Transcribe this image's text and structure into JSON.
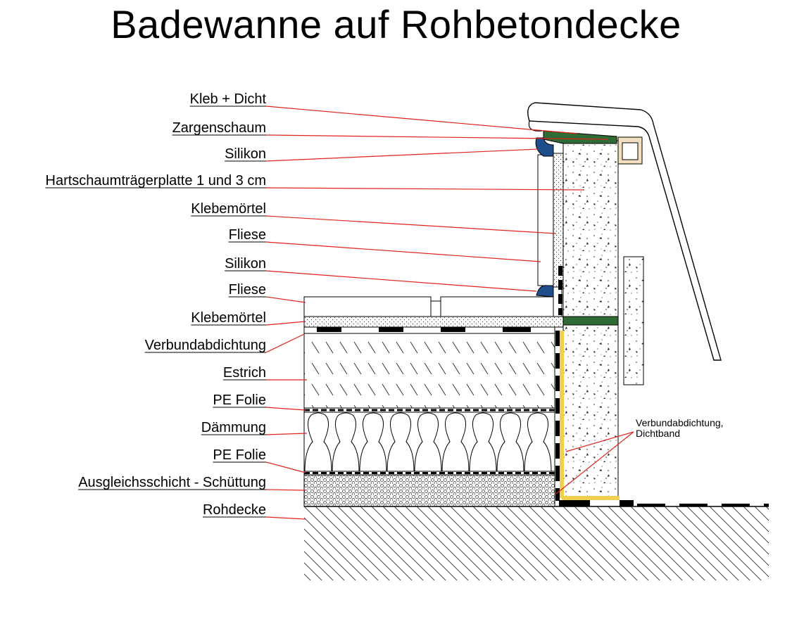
{
  "title": "Badewanne auf Rohbetondecke",
  "labels": [
    "Kleb + Dicht",
    "Zargenschaum",
    "Silikon",
    "Hartschaumträgerplatte 1 und 3 cm",
    "Klebemörtel",
    "Fliese",
    "Silikon",
    "Fliese",
    "Klebemörtel",
    "Verbundabdichtung",
    "Estrich",
    "PE Folie",
    "Dämmung",
    "PE Folie",
    "Ausgleichsschicht - Schüttung",
    "Rohdecke"
  ],
  "annotation": {
    "line1": "Verbundabdichtung,",
    "line2": "Dichtband"
  },
  "colors": {
    "leader": "#e0221b",
    "silikon": "#1e4f8c",
    "kleb": "#2f6b34",
    "dichtband": "#f1d04f",
    "zargenschaum": "#f2dfc0"
  }
}
